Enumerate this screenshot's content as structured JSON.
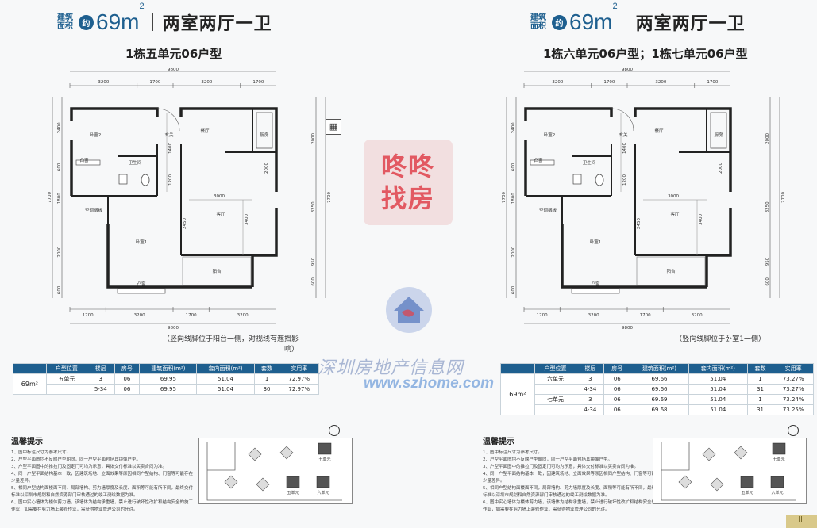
{
  "header": {
    "area_label_line1": "建筑",
    "area_label_line2": "面积",
    "approx": "约",
    "area_value": "69m",
    "area_unit_sup": "2",
    "unit_type": "两室两厅一卫"
  },
  "left": {
    "title": "1栋五单元06户型",
    "dims_top": {
      "total": "9800",
      "segments": [
        "3200",
        "1700",
        "3200",
        "1700"
      ]
    },
    "dims_bottom": {
      "total": "9800",
      "segments": [
        "1700",
        "3200",
        "1700",
        "3200"
      ]
    },
    "dims_left": {
      "total": "7700",
      "segments": [
        "2400",
        "600",
        "1800",
        "2000",
        "600"
      ]
    },
    "dims_right": {
      "total": "7700",
      "segments": [
        "2000",
        "3250",
        "950",
        "600"
      ]
    },
    "inner_dims": [
      "1400",
      "1200",
      "3000",
      "2450",
      "3400",
      "2000"
    ],
    "rooms": [
      "卧室2",
      "玄关",
      "餐厅",
      "厨房",
      "凸窗",
      "卫生间",
      "客厅",
      "空调搁板",
      "卧室1",
      "阳台",
      "凸窗"
    ],
    "note": "（竖向线脚位于阳台一侧，对视线有遮挡影响）",
    "table": {
      "area": "69m²",
      "headers": [
        "户型位置",
        "楼层",
        "房号",
        "建筑面积(m²)",
        "套内面积(m²)",
        "套数",
        "实用率"
      ],
      "rows": [
        [
          "五单元",
          "3",
          "06",
          "69.95",
          "51.04",
          "1",
          "72.97%"
        ],
        [
          "",
          "5-34",
          "06",
          "69.95",
          "51.04",
          "30",
          "72.97%"
        ]
      ]
    }
  },
  "right": {
    "title": "1栋六单元06户型；1栋七单元06户型",
    "dims_top": {
      "total": "9800",
      "segments": [
        "3200",
        "1700",
        "3200",
        "1700"
      ]
    },
    "dims_bottom": {
      "total": "9800",
      "segments": [
        "1700",
        "3200",
        "1700",
        "3200"
      ]
    },
    "dims_left": {
      "total": "7700",
      "segments": [
        "2400",
        "600",
        "1800",
        "2000",
        "600"
      ]
    },
    "dims_right": {
      "total": "7700",
      "segments": [
        "2000",
        "3250",
        "950",
        "600"
      ]
    },
    "inner_dims": [
      "1400",
      "1200",
      "3000",
      "2450",
      "3400",
      "2000"
    ],
    "rooms": [
      "卧室2",
      "玄关",
      "餐厅",
      "厨房",
      "凸窗",
      "卫生间",
      "客厅",
      "空调搁板",
      "卧室1",
      "阳台",
      "凸窗"
    ],
    "note": "（竖向线脚位于卧室1一侧）",
    "table": {
      "area": "69m²",
      "headers": [
        "户型位置",
        "楼层",
        "房号",
        "建筑面积(m²)",
        "套内面积(m²)",
        "套数",
        "实用率"
      ],
      "rows": [
        [
          "六单元",
          "3",
          "06",
          "69.66",
          "51.04",
          "1",
          "73.27%"
        ],
        [
          "",
          "4-34",
          "06",
          "69.66",
          "51.04",
          "31",
          "73.27%"
        ],
        [
          "七单元",
          "3",
          "06",
          "69.69",
          "51.04",
          "1",
          "73.24%"
        ],
        [
          "",
          "4-34",
          "06",
          "69.68",
          "51.04",
          "31",
          "73.25%"
        ]
      ]
    }
  },
  "tips": {
    "heading": "温馨提示",
    "items": [
      "1、图中标注尺寸为参考尺寸。",
      "2、户型平面图均不反映户型朝向，同一户型平面包括其镜像户型。",
      "3、户型平面图中的推拉门及固定门可均为示意，具体交付标准以买卖合同为准。",
      "4、同一户型平面结构基本一致，因建筑场地、立面效果等原因相同户型结构、门窗等可能存在少量差异。",
      "5、相同户型结构面楼面不同，局部墙构、剪力墙厚度及长度、面积等可能有所不同，最终交付标准以深圳市规划和自然资源部门审核通过的竣工测绘数据为准。",
      "6、图中实心墙体为楼体剪力墙，该墙体为结构承重墙，禁止进行破坏性改扩和结构安全的施工作业，如需要在剪力墙上装修作业，需获得物业管理公司的允许。"
    ]
  },
  "site_labels": [
    "七单元",
    "五单元",
    "六单元"
  ],
  "watermarks": {
    "brand_line1": "咚咚",
    "brand_line2": "找房",
    "site_name": "深圳房地产信息网",
    "site_url": "www.szhome.com"
  },
  "colors": {
    "accent": "#1e5f8f",
    "wall": "#222222",
    "table_header": "#1e5f8f"
  }
}
